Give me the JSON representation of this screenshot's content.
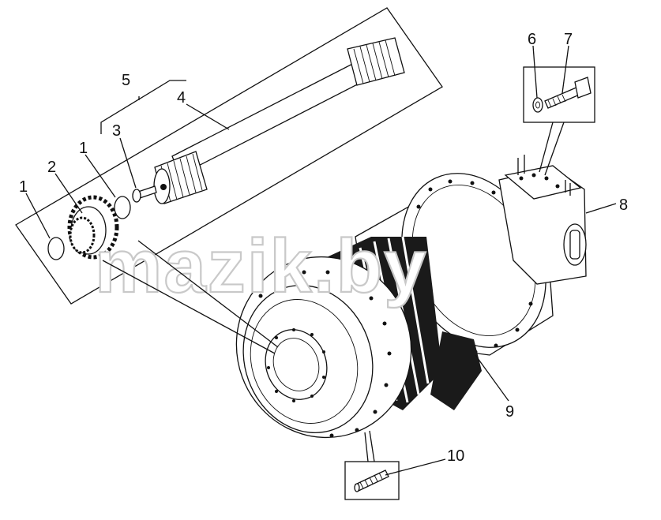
{
  "diagram": {
    "callouts": [
      {
        "id": "c1a",
        "text": "1"
      },
      {
        "id": "c2",
        "text": "2"
      },
      {
        "id": "c1b",
        "text": "1"
      },
      {
        "id": "c3",
        "text": "3"
      },
      {
        "id": "c4",
        "text": "4"
      },
      {
        "id": "c5",
        "text": "5"
      },
      {
        "id": "c6",
        "text": "6"
      },
      {
        "id": "c7",
        "text": "7"
      },
      {
        "id": "c8",
        "text": "8"
      },
      {
        "id": "c9",
        "text": "9"
      },
      {
        "id": "c10",
        "text": "10"
      }
    ],
    "watermark": "mazik.by"
  }
}
